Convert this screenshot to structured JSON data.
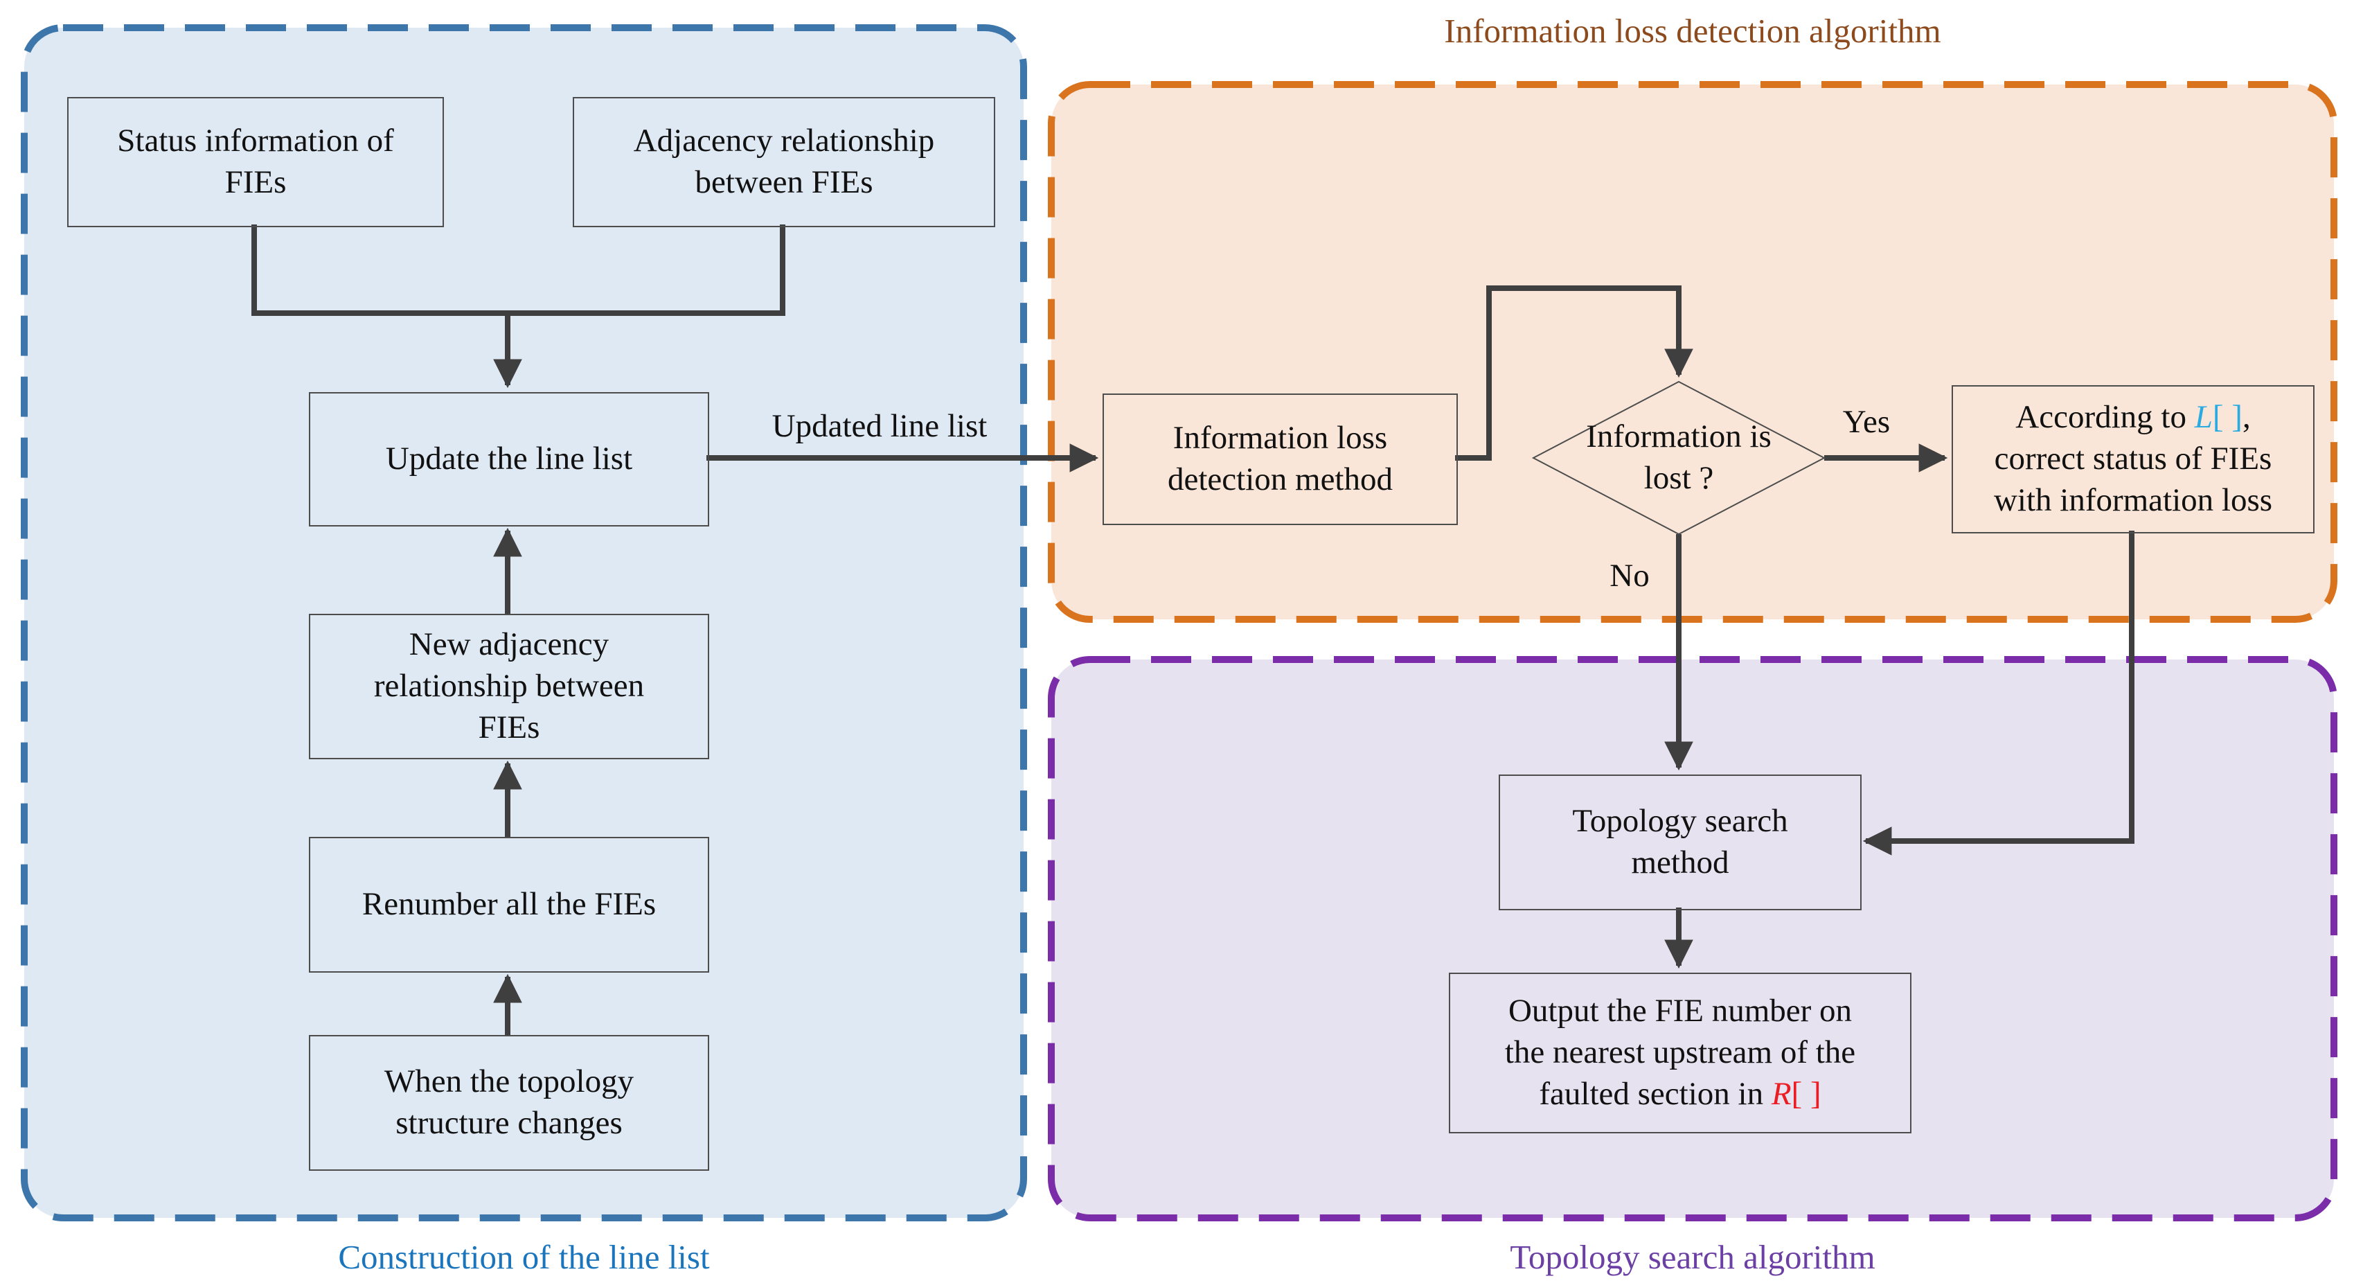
{
  "diagram": {
    "connector_color": "#3F3F3F",
    "node_border_color": "#4D4D4D",
    "text_color": "#111111",
    "background": "#FFFFFF"
  },
  "construction": {
    "label": "Construction of the line list",
    "colors": {
      "border": "#3D76AB",
      "fill": "#DFE9F3",
      "label": "#1B75BC"
    },
    "nodes": {
      "status": {
        "lines": [
          "Status information of",
          "FIEs"
        ]
      },
      "adjacency": {
        "lines": [
          "Adjacency relationship",
          "between FIEs"
        ]
      },
      "update": {
        "lines": [
          "Update the line list"
        ]
      },
      "new_adjacency": {
        "lines": [
          "New adjacency",
          "relationship between",
          "FIEs"
        ]
      },
      "renumber": {
        "lines": [
          "Renumber all the FIEs"
        ]
      },
      "when": {
        "lines": [
          "When the topology",
          "structure changes"
        ]
      }
    }
  },
  "detection": {
    "title": "Information loss detection algorithm",
    "colors": {
      "border": "#D9731E",
      "fill": "#F9E6D8",
      "title": "#8C4A1D"
    },
    "nodes": {
      "detect": {
        "lines": [
          "Information loss",
          "detection method"
        ]
      },
      "decision": {
        "lines": [
          "Information is",
          "lost ?"
        ]
      },
      "correct": {
        "line1_prefix": "According to ",
        "var": "L",
        "brackets": "[ ]",
        "line1_suffix": ",",
        "line2": "correct status of FIEs",
        "line3": "with information loss",
        "highlight_color": "#29ABE2"
      }
    },
    "edges": {
      "updated": "Updated line list",
      "yes": "Yes",
      "no": "No"
    }
  },
  "topology": {
    "label": "Topology search algorithm",
    "colors": {
      "border": "#7B2CA9",
      "fill": "#E6E2EF",
      "label": "#6C3FA4"
    },
    "nodes": {
      "search": {
        "lines": [
          "Topology search",
          "method"
        ]
      },
      "output": {
        "line1": "Output the FIE number on",
        "line2": "the nearest upstream of the",
        "line3_prefix": "faulted section in ",
        "var": "R",
        "brackets": "[ ]",
        "highlight_color": "#EC1C24"
      }
    }
  }
}
